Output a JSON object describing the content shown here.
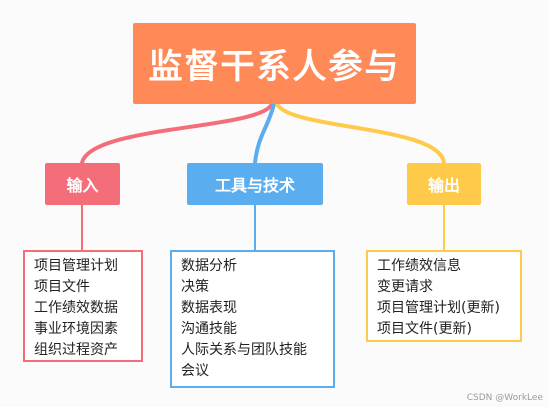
{
  "title": "监督干系人参与",
  "colors": {
    "title": "#ff8a57",
    "inputs": "#f46e7a",
    "tools": "#5aaef0",
    "outputs": "#ffca4a"
  },
  "branches": {
    "inputs": {
      "label": "输入",
      "items": [
        "项目管理计划",
        "项目文件",
        "工作绩效数据",
        "事业环境因素",
        "组织过程资产"
      ]
    },
    "tools": {
      "label": "工具与技术",
      "items": [
        "数据分析",
        "决策",
        "数据表现",
        "沟通技能",
        "人际关系与团队技能",
        "会议"
      ]
    },
    "outputs": {
      "label": "输出",
      "items": [
        "工作绩效信息",
        "变更请求",
        "项目管理计划(更新)",
        "项目文件(更新)"
      ]
    }
  },
  "watermark": "CSDN @WorkLee"
}
